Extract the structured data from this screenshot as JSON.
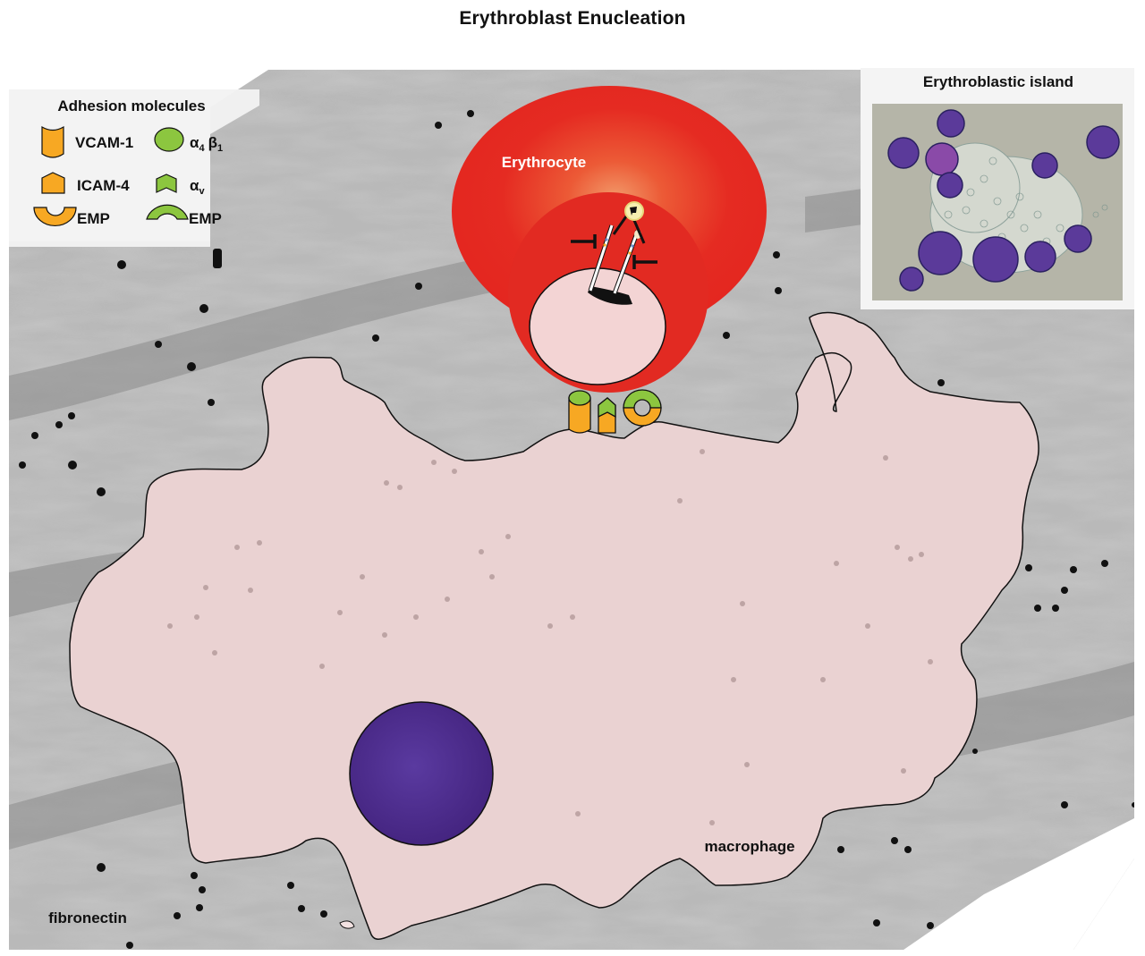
{
  "title": "Erythroblast Enucleation",
  "legend": {
    "heading": "Adhesion molecules",
    "items": [
      {
        "label": "VCAM-1",
        "shape": "vcam1-cylinder-icon",
        "color": "#f7a823"
      },
      {
        "label": "α4 β1",
        "shape": "alpha4beta1-ellipse-icon",
        "color": "#8cc63f"
      },
      {
        "label": "ICAM-4",
        "shape": "icam4-pentagon-icon",
        "color": "#f7a823"
      },
      {
        "label": "αv",
        "shape": "alphav-chevron-icon",
        "color": "#8cc63f"
      },
      {
        "label": "EMP",
        "shape": "emp-orange-arc-icon",
        "color": "#f7a823"
      },
      {
        "label": "EMP",
        "shape": "emp-green-arc-icon",
        "color": "#8cc63f"
      }
    ],
    "alpha4_main": "α",
    "alpha4_sub": "4",
    "beta1_main": "β",
    "beta1_sub": "1",
    "alphav_main": "α",
    "alphav_sub": "v"
  },
  "inset": {
    "heading": "Erythroblastic island"
  },
  "labels": {
    "erythrocyte": "Erythrocyte",
    "macrophage": "macrophage",
    "fibronectin": "fibronectin"
  },
  "colors": {
    "erythrocyte_red": "#e8251e",
    "nucleus_pink": "#f3d4d4",
    "macrophage_pink": "#ead2d2",
    "macrophage_nucleus": "#4a2c8c",
    "orange": "#f7a823",
    "green": "#8cc63f",
    "background_gray": "#a9a9a9"
  }
}
